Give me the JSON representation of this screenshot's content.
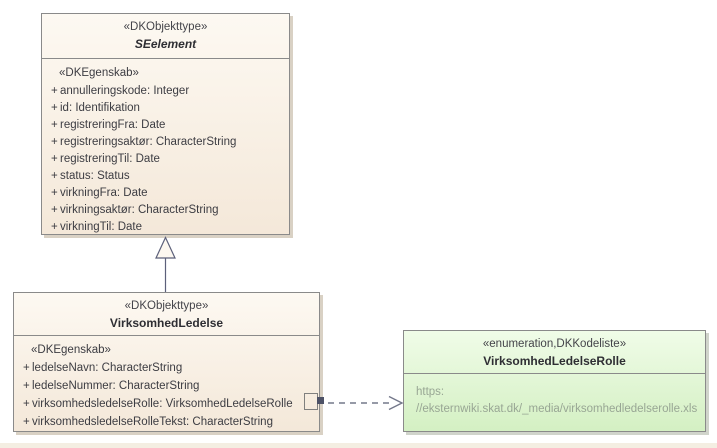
{
  "colors": {
    "background": "#ffffff",
    "class_fill_top": "#fdf9f2",
    "class_fill_bottom": "#f4e8d9",
    "class_border": "#8a8a8a",
    "enum_fill_top": "#f0fce8",
    "enum_fill_bottom": "#d4f0c3",
    "connector": "#5c607a",
    "dependency": "#74788a",
    "link_text": "#98a694"
  },
  "classes": {
    "seelement": {
      "stereotype": "«DKObjekttype»",
      "name": "SEelement",
      "section": "«DKEgenskab»",
      "attributes": [
        {
          "visibility": "+",
          "text": "annulleringskode: Integer"
        },
        {
          "visibility": "+",
          "text": "id: Identifikation"
        },
        {
          "visibility": "+",
          "text": "registreringFra: Date"
        },
        {
          "visibility": "+",
          "text": "registreringsaktør: CharacterString"
        },
        {
          "visibility": "+",
          "text": "registreringTil: Date"
        },
        {
          "visibility": "+",
          "text": "status: Status"
        },
        {
          "visibility": "+",
          "text": "virkningFra: Date"
        },
        {
          "visibility": "+",
          "text": "virkningsaktør: CharacterString"
        },
        {
          "visibility": "+",
          "text": "virkningTil: Date"
        }
      ]
    },
    "virksomhedledelse": {
      "stereotype": "«DKObjekttype»",
      "name": "VirksomhedLedelse",
      "section": "«DKEgenskab»",
      "attributes": [
        {
          "visibility": "+",
          "text": "ledelseNavn: CharacterString"
        },
        {
          "visibility": "+",
          "text": "ledelseNummer: CharacterString"
        },
        {
          "visibility": "+",
          "text": "virksomhedsledelseRolle: VirksomhedLedelseRolle"
        },
        {
          "visibility": "+",
          "text": "virksomhedsledelseRolleTekst: CharacterString"
        }
      ]
    },
    "virksomhedledelserolle": {
      "stereotype": "«enumeration,DKKodeliste»",
      "name": "VirksomhedLedelseRolle",
      "link_line1": "https:",
      "link_line2": "//eksternwiki.skat.dk/_media/virksomhedledelserolle.xls"
    }
  }
}
